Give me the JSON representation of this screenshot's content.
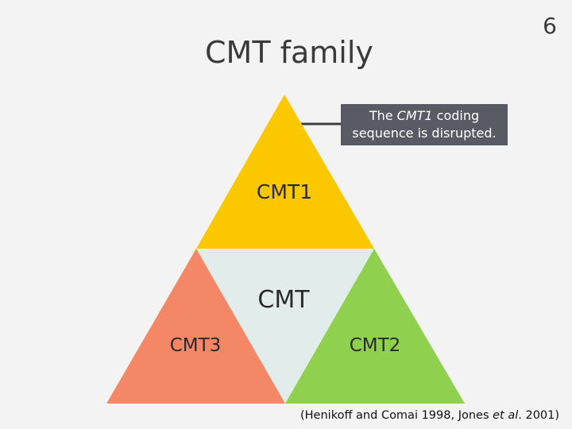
{
  "slide": {
    "number": "6",
    "title": "CMT family"
  },
  "callout": {
    "prefix": "The ",
    "gene": "CMT1",
    "suffix": " coding",
    "line2": "sequence is disrupted."
  },
  "diagram": {
    "segments": [
      {
        "id": "cmt1",
        "label": "CMT1",
        "color": "#fbc800"
      },
      {
        "id": "cmt",
        "label": "CMT",
        "color": "#e2ecea"
      },
      {
        "id": "cmt3",
        "label": "CMT3",
        "color": "#f48866"
      },
      {
        "id": "cmt2",
        "label": "CMT2",
        "color": "#8fd14e"
      }
    ]
  },
  "citation": {
    "text1": "(Henikoff and Comai 1998, Jones ",
    "et_al": "et al",
    "text2": ". 2001)"
  }
}
